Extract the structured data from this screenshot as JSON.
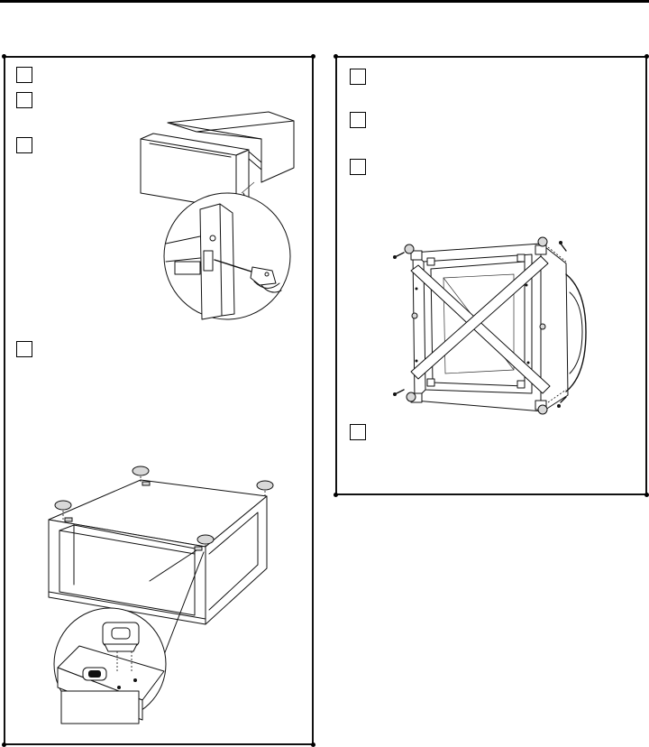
{
  "left_panel": {
    "steps": [
      {
        "id": "step-a",
        "label": ""
      },
      {
        "id": "step-b",
        "label": ""
      },
      {
        "id": "step-c",
        "label": ""
      },
      {
        "id": "step-d",
        "label": ""
      }
    ]
  },
  "right_panel": {
    "steps": [
      {
        "id": "step-e",
        "label": ""
      },
      {
        "id": "step-f",
        "label": ""
      },
      {
        "id": "step-g",
        "label": ""
      },
      {
        "id": "step-h",
        "label": ""
      }
    ]
  }
}
